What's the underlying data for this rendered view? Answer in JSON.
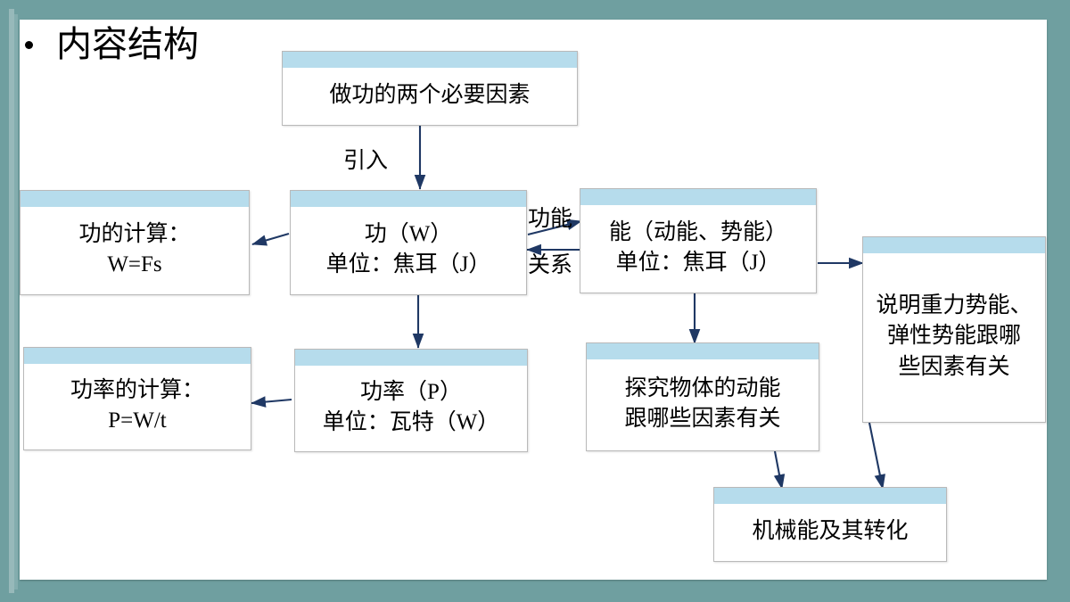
{
  "slide": {
    "title": "内容结构",
    "bullet_glyph": "•",
    "frame_color": "#6f9fa0",
    "canvas_color": "#ffffff",
    "box_header_color": "#b6dcec",
    "box_border_color": "#b9b9b9",
    "arrow_color": "#1f3864"
  },
  "nodes": {
    "top": {
      "line1": "做功的两个必要因素"
    },
    "work_calc": {
      "line1": "功的计算：",
      "line2": "W=Fs"
    },
    "work": {
      "line1": "功（W）",
      "line2": "单位：焦耳（J）"
    },
    "energy": {
      "line1": "能（动能、势能）",
      "line2": "单位：焦耳（J）"
    },
    "potential": {
      "line1": "说明重力势能、",
      "line2": "弹性势能跟哪",
      "line3": "些因素有关"
    },
    "power_calc": {
      "line1": "功率的计算：",
      "line2": "P=W/t"
    },
    "power": {
      "line1": "功率（P）",
      "line2": "单位：瓦特（W）"
    },
    "kinetic_inquiry": {
      "line1": "探究物体的动能",
      "line2": "跟哪些因素有关"
    },
    "mechanical": {
      "line1": "机械能及其转化"
    }
  },
  "edge_labels": {
    "introduce": "引入",
    "relation_top": "功能",
    "relation_bottom": "关系"
  },
  "chart_data": {
    "type": "diagram",
    "title": "内容结构",
    "nodes": [
      {
        "id": "top",
        "label": "做功的两个必要因素"
      },
      {
        "id": "work_calc",
        "label": "功的计算：W=Fs"
      },
      {
        "id": "work",
        "label": "功（W） 单位：焦耳（J）"
      },
      {
        "id": "energy",
        "label": "能（动能、势能） 单位：焦耳（J）"
      },
      {
        "id": "potential",
        "label": "说明重力势能、弹性势能跟哪些因素有关"
      },
      {
        "id": "power_calc",
        "label": "功率的计算：P=W/t"
      },
      {
        "id": "power",
        "label": "功率（P） 单位：瓦特（W）"
      },
      {
        "id": "kinetic_inquiry",
        "label": "探究物体的动能跟哪些因素有关"
      },
      {
        "id": "mechanical",
        "label": "机械能及其转化"
      }
    ],
    "edges": [
      {
        "from": "top",
        "to": "work",
        "label": "引入",
        "direction": "down"
      },
      {
        "from": "work",
        "to": "work_calc",
        "label": "",
        "direction": "left"
      },
      {
        "from": "work",
        "to": "energy",
        "label": "功能关系",
        "direction": "both"
      },
      {
        "from": "work",
        "to": "power",
        "label": "",
        "direction": "down"
      },
      {
        "from": "power",
        "to": "power_calc",
        "label": "",
        "direction": "left"
      },
      {
        "from": "energy",
        "to": "potential",
        "label": "",
        "direction": "right"
      },
      {
        "from": "energy",
        "to": "kinetic_inquiry",
        "label": "",
        "direction": "down"
      },
      {
        "from": "kinetic_inquiry",
        "to": "mechanical",
        "label": "",
        "direction": "down"
      },
      {
        "from": "potential",
        "to": "mechanical",
        "label": "",
        "direction": "down"
      }
    ]
  }
}
